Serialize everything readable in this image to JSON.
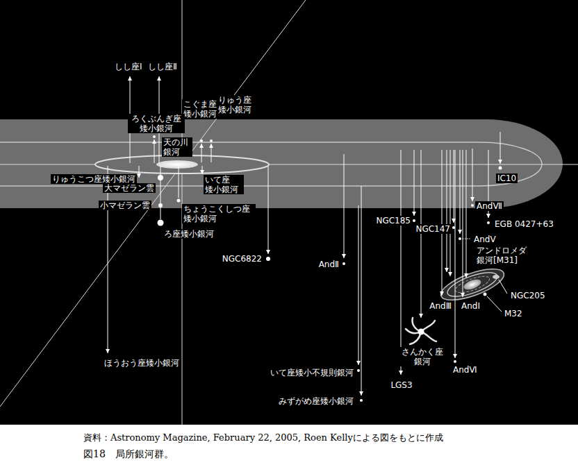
{
  "diagram": {
    "caption": "図18　局所銀河群。",
    "labels": [
      "しし座Ⅰ",
      "しし座Ⅱ",
      "こぐま座 矮小銀河",
      "りゅう座 矮小銀河",
      "ろくぶんぎ座 矮小銀河",
      "天の川 銀河",
      "りゅうこつ座矮小銀河",
      "いて座 矮小銀河",
      "大マゼラン雲",
      "小マゼラン雲",
      "ちょうこくしつ座 矮小銀河",
      "ろ座矮小銀河",
      "NGC6822",
      "ほうおう座矮小銀河",
      "IC10",
      "AndⅦ",
      "NGC185",
      "EGB 0427+63",
      "NGC147",
      "AndⅤ",
      "AndⅡ",
      "アンドロメダ 銀河[M31]",
      "NGC205",
      "AndⅢ",
      "AndⅠ",
      "M32",
      "さんかく座 銀河",
      "AndⅥ",
      "いて座矮小不規則銀河",
      "LGS3",
      "みずがめ座矮小銀河",
      "資料：Astronomy Magazine, February 22, 2005, Roen Kellyによる図をもとに作成"
    ]
  }
}
